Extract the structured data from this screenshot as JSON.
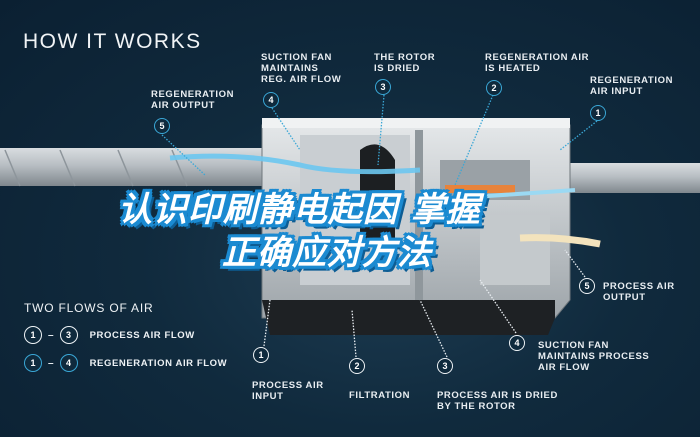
{
  "header": {
    "title": "HOW IT WORKS"
  },
  "banner": {
    "line1": "认识印刷静电起因  掌握",
    "line2": "正确应对方法"
  },
  "top_labels": [
    {
      "num": "5",
      "text": "REGENERATION\nAIR OUTPUT"
    },
    {
      "num": "4",
      "text": "SUCTION FAN\nMAINTAINS\nREG. AIR FLOW"
    },
    {
      "num": "3",
      "text": "THE ROTOR\nIS DRIED"
    },
    {
      "num": "2",
      "text": "REGENERATION AIR\nIS HEATED"
    },
    {
      "num": "1",
      "text": "REGENERATION\nAIR INPUT"
    }
  ],
  "bottom_labels": [
    {
      "num": "1",
      "text": "PROCESS AIR\nINPUT"
    },
    {
      "num": "2",
      "text": "FILTRATION"
    },
    {
      "num": "3",
      "text": "PROCESS AIR IS DRIED\nBY THE ROTOR"
    },
    {
      "num": "4",
      "text": "SUCTION FAN\nMAINTAINS PROCESS\nAIR FLOW"
    },
    {
      "num": "5",
      "text": "PROCESS AIR\nOUTPUT"
    }
  ],
  "legend": {
    "title": "TWO FLOWS OF AIR",
    "rows": [
      {
        "from": "1",
        "to": "3",
        "label": "PROCESS AIR FLOW",
        "color": "#eef3f6"
      },
      {
        "from": "1",
        "to": "4",
        "label": "REGENERATION AIR FLOW",
        "color": "#3aa7d6"
      }
    ]
  },
  "colors": {
    "background": "#0d2436",
    "regeneration_accent": "#3aa7d6",
    "process_accent": "#eef3f6",
    "banner_outline": "#1b8ad1"
  }
}
